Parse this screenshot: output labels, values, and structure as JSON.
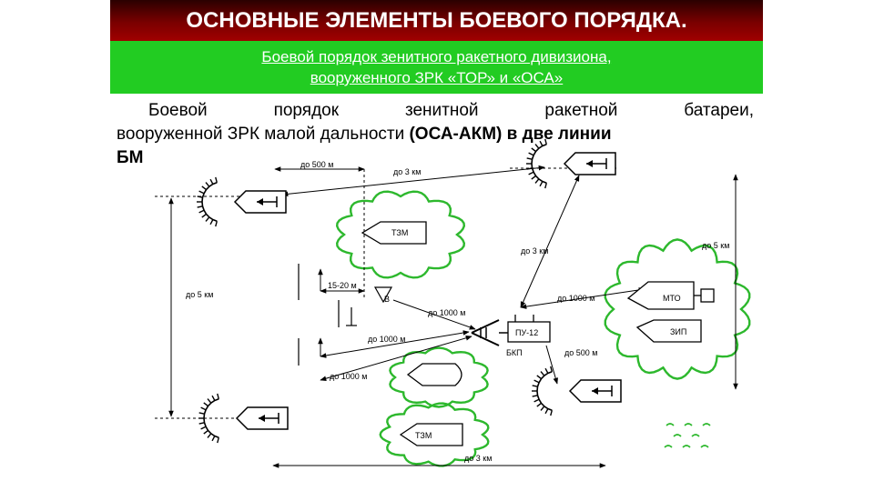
{
  "title": "ОСНОВНЫЕ ЭЛЕМЕНТЫ БОЕВОГО ПОРЯДКА.",
  "subtitle_line1": "Боевой порядок зенитного ракетного дивизиона,",
  "subtitle_line2": "вооруженного ЗРК «ТОР» и «ОСА»",
  "desc": {
    "w1": "Боевой",
    "w2": "порядок",
    "w3": "зенитной",
    "w4": "ракетной",
    "w5": "батареи,",
    "line2_start": "вооруженной ЗРК малой дальности ",
    "line2_bold": "(ОСА-АКМ) в две линии",
    "line3": "БМ"
  },
  "labels": {
    "d500_top": "до 500 м",
    "d3km_top": "до 3 км",
    "tzm_top": "ТЗМ",
    "d3km_mid": "до 3 км",
    "d5km_right": "до 5 км",
    "d5km_left": "до 5 км",
    "d15_20": "15-20 м",
    "b_mark": "В",
    "d1000_a": "до 1000 м",
    "d1000_b": "до 1000 м",
    "mto": "МТО",
    "d1000_c": "до 1000 м",
    "pu12": "ПУ-12",
    "zip": "ЗИП",
    "bkp": "БКП",
    "d500_bottom": "до 500 м",
    "d1000_d": "до 1000 м",
    "tzm_bottom": "ТЗМ",
    "d3km_bottom": "до 3 км"
  },
  "colors": {
    "title_bg": "#8b0000",
    "subtitle_bg": "#22cc22",
    "forest": "#2db82d",
    "line": "#000000"
  }
}
